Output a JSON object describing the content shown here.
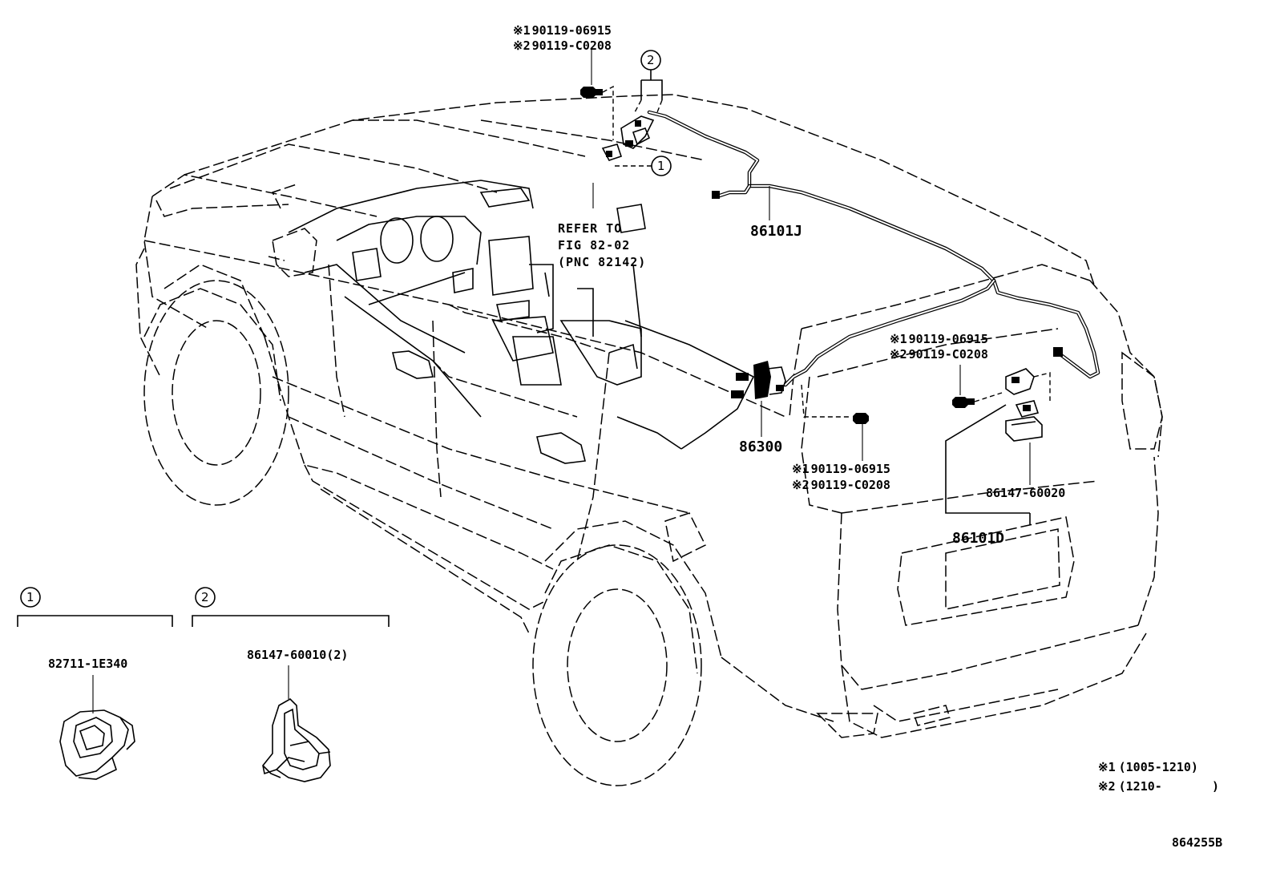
{
  "callouts": {
    "c1": "1",
    "c2": "2"
  },
  "bolt_top": {
    "line1_mark": "※1",
    "line1_pn": "90119-06915",
    "line2_mark": "※2",
    "line2_pn": "90119-C0208"
  },
  "bolt_right": {
    "line1_mark": "※1",
    "line1_pn": "90119-06915",
    "line2_mark": "※2",
    "line2_pn": "90119-C0208"
  },
  "bolt_center": {
    "line1_mark": "※1",
    "line1_pn": "90119-06915",
    "line2_mark": "※2",
    "line2_pn": "90119-C0208"
  },
  "refer": {
    "line1": "REFER TO",
    "line2": "FIG 82-02",
    "line3": "(PNC 82142)"
  },
  "parts": {
    "roof_harness": "86101J",
    "amplifier": "86300",
    "rear_bracket": "86147-60020",
    "rear_harness": "86101D"
  },
  "detail1": {
    "number": "1",
    "part": "82711-1E340"
  },
  "detail2": {
    "number": "2",
    "part": "86147-60010(2)"
  },
  "legend": {
    "l1_mark": "※1",
    "l1_text": "(1005-1210)",
    "l2_mark": "※2",
    "l2_text": "(1210-",
    "l2_close": ")"
  },
  "figure_code": "864255B"
}
